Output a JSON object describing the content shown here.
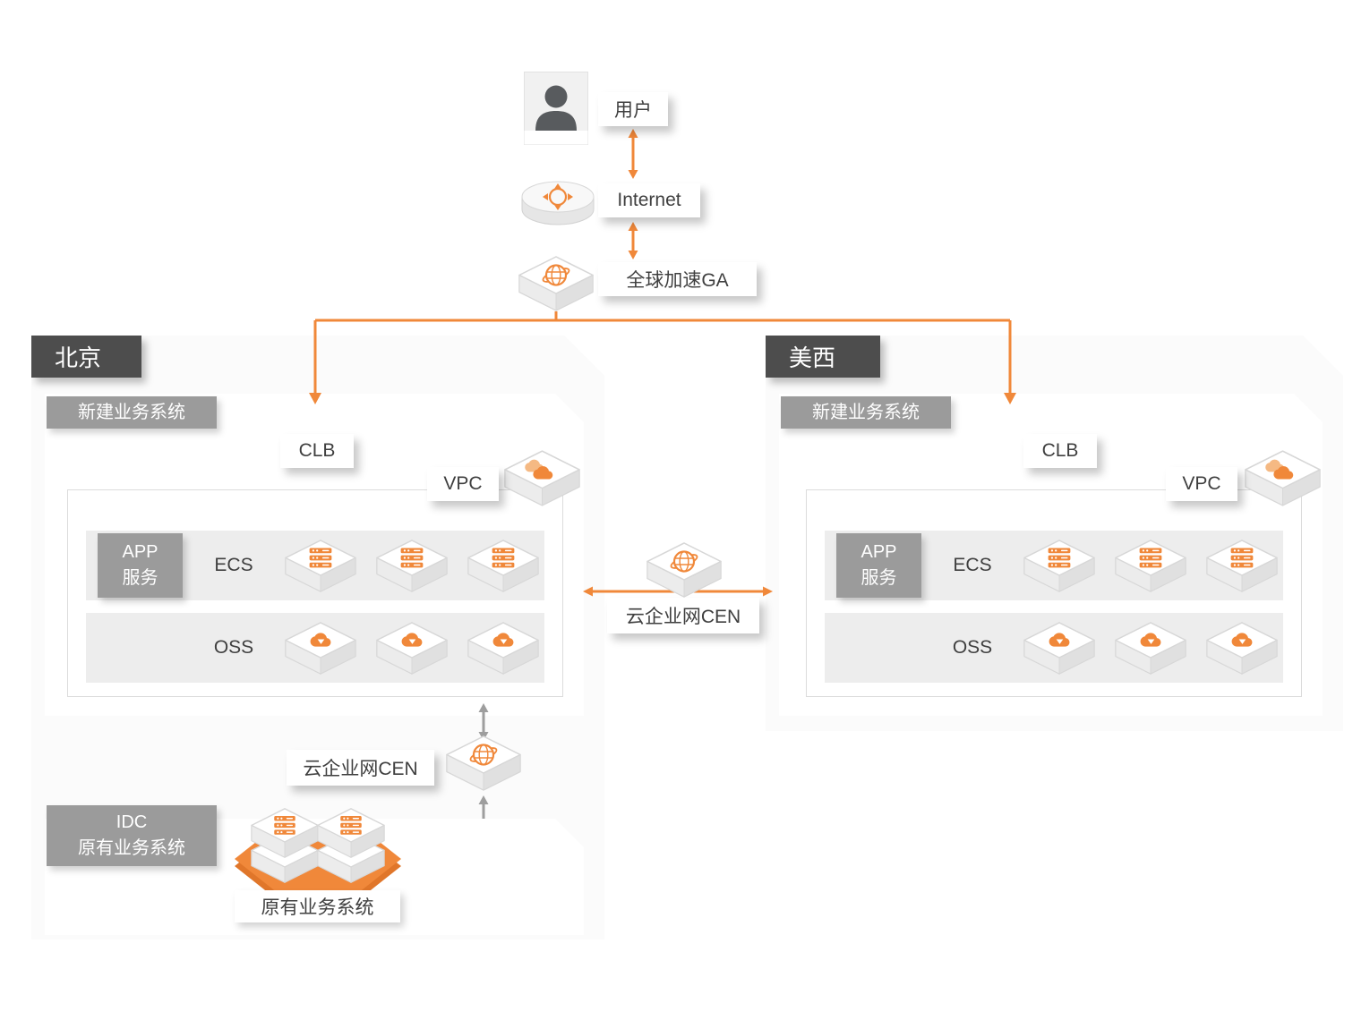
{
  "colors": {
    "accent_orange": "#F0883A",
    "tab_dark": "#4D4D4D",
    "label_gray": "#9B9B9B",
    "band_gray": "#EDEDED",
    "arrow_gray": "#9E9E9E"
  },
  "top": {
    "user_label": "用户",
    "internet_label": "Internet",
    "ga_label": "全球加速GA"
  },
  "center": {
    "cen_label": "云企业网CEN"
  },
  "beijing": {
    "region_label": "北京",
    "system_label": "新建业务系统",
    "clb_label": "CLB",
    "vpc_label": "VPC",
    "app_line1": "APP",
    "app_line2": "服务",
    "ecs_label": "ECS",
    "oss_label": "OSS",
    "cen_label": "云企业网CEN",
    "idc_line1": "IDC",
    "idc_line2": "原有业务系统",
    "legacy_label": "原有业务系统"
  },
  "uswest": {
    "region_label": "美西",
    "system_label": "新建业务系统",
    "clb_label": "CLB",
    "vpc_label": "VPC",
    "app_line1": "APP",
    "app_line2": "服务",
    "ecs_label": "ECS",
    "oss_label": "OSS"
  },
  "icons": {
    "user-icon": "person-card",
    "internet-icon": "disc-with-compass-arrows",
    "ga-icon": "iso-cube-globe",
    "vpc-icon": "iso-cube-cloud-pair",
    "ecs-icon": "iso-cube-server",
    "oss-icon": "iso-cube-cloud-arrow",
    "cen-icon": "iso-cube-globe",
    "idc-platform-icon": "orange-hexagon-platform",
    "legacy-server-icon": "iso-cube-server-stack"
  }
}
